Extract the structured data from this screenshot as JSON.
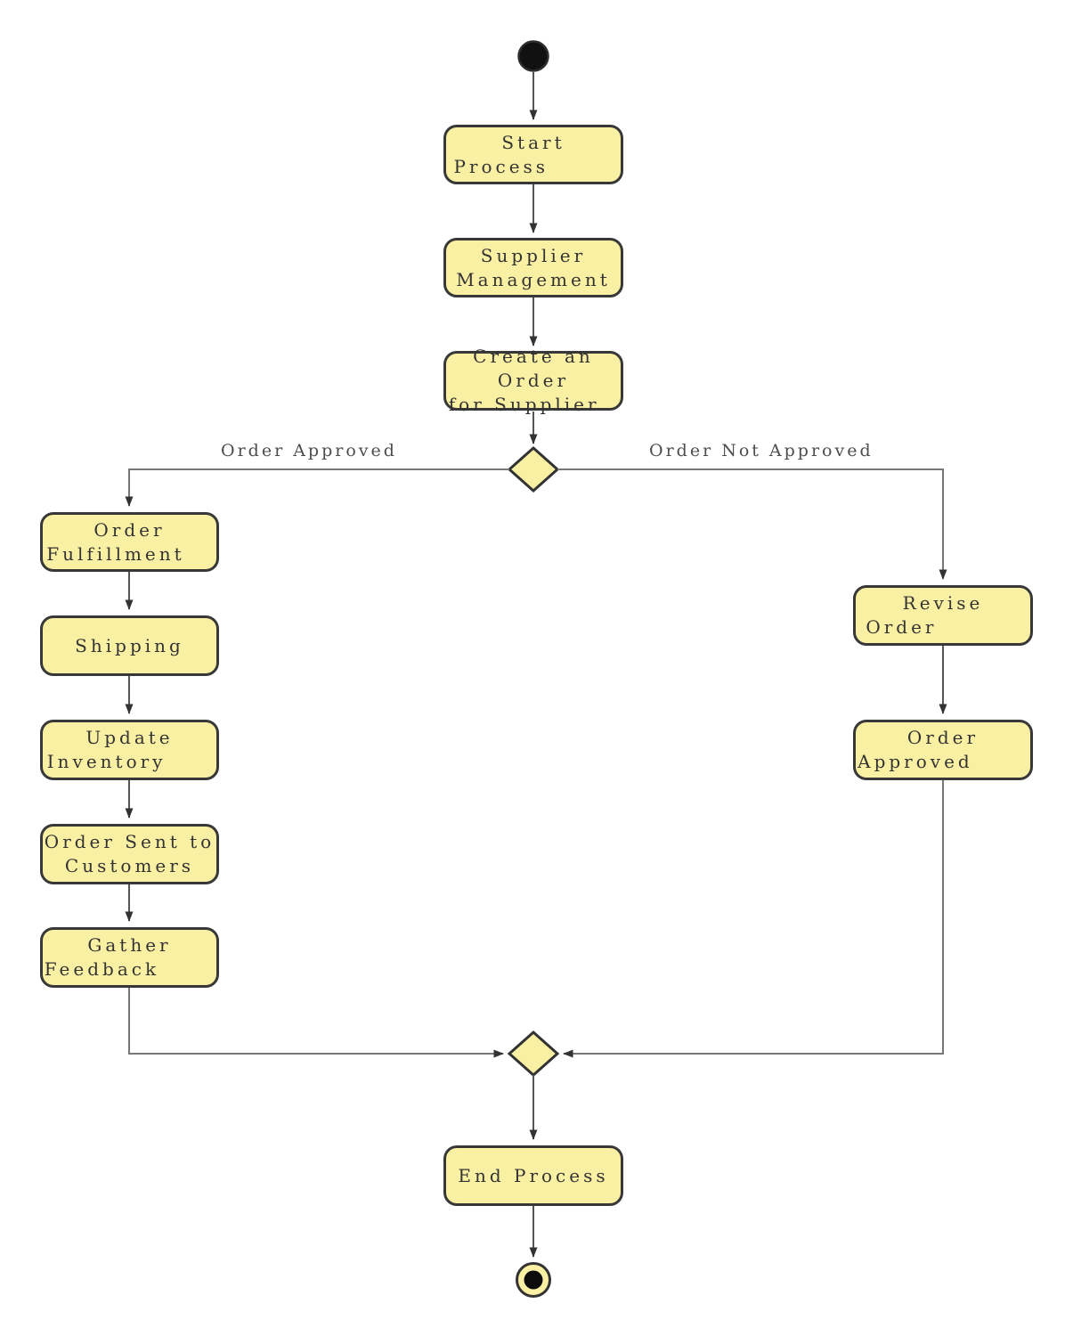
{
  "diagram": {
    "type": "activity-flowchart",
    "colors": {
      "node_fill": "#FAF0A4",
      "node_border": "#383838",
      "edge_line": "#666666",
      "arrow": "#333333",
      "node_text": "#333333",
      "edge_label_text": "#4d4d4d",
      "background": "#ffffff",
      "terminal_fill": "#111111"
    },
    "nodes": {
      "start_process": {
        "label": "Start\nProcess       "
      },
      "supplier_management": {
        "label": "Supplier\nManagement"
      },
      "create_order": {
        "label": "Create an\nOrder\nfor Supplier  "
      },
      "order_fulfillment": {
        "label": "Order\nFulfillment   "
      },
      "shipping": {
        "label": "Shipping"
      },
      "update_inventory": {
        "label": "Update\nInventory     "
      },
      "order_sent_to_customers": {
        "label": "Order Sent to\nCustomers"
      },
      "gather_feedback": {
        "label": "Gather\nFeedback      "
      },
      "revise_order": {
        "label": "Revise\nOrder         "
      },
      "order_approved": {
        "label": "Order\nApproved      "
      },
      "end_process": {
        "label": "End Process"
      }
    },
    "edge_labels": {
      "order_approved": "Order Approved",
      "order_not_approved": "Order Not Approved"
    }
  }
}
